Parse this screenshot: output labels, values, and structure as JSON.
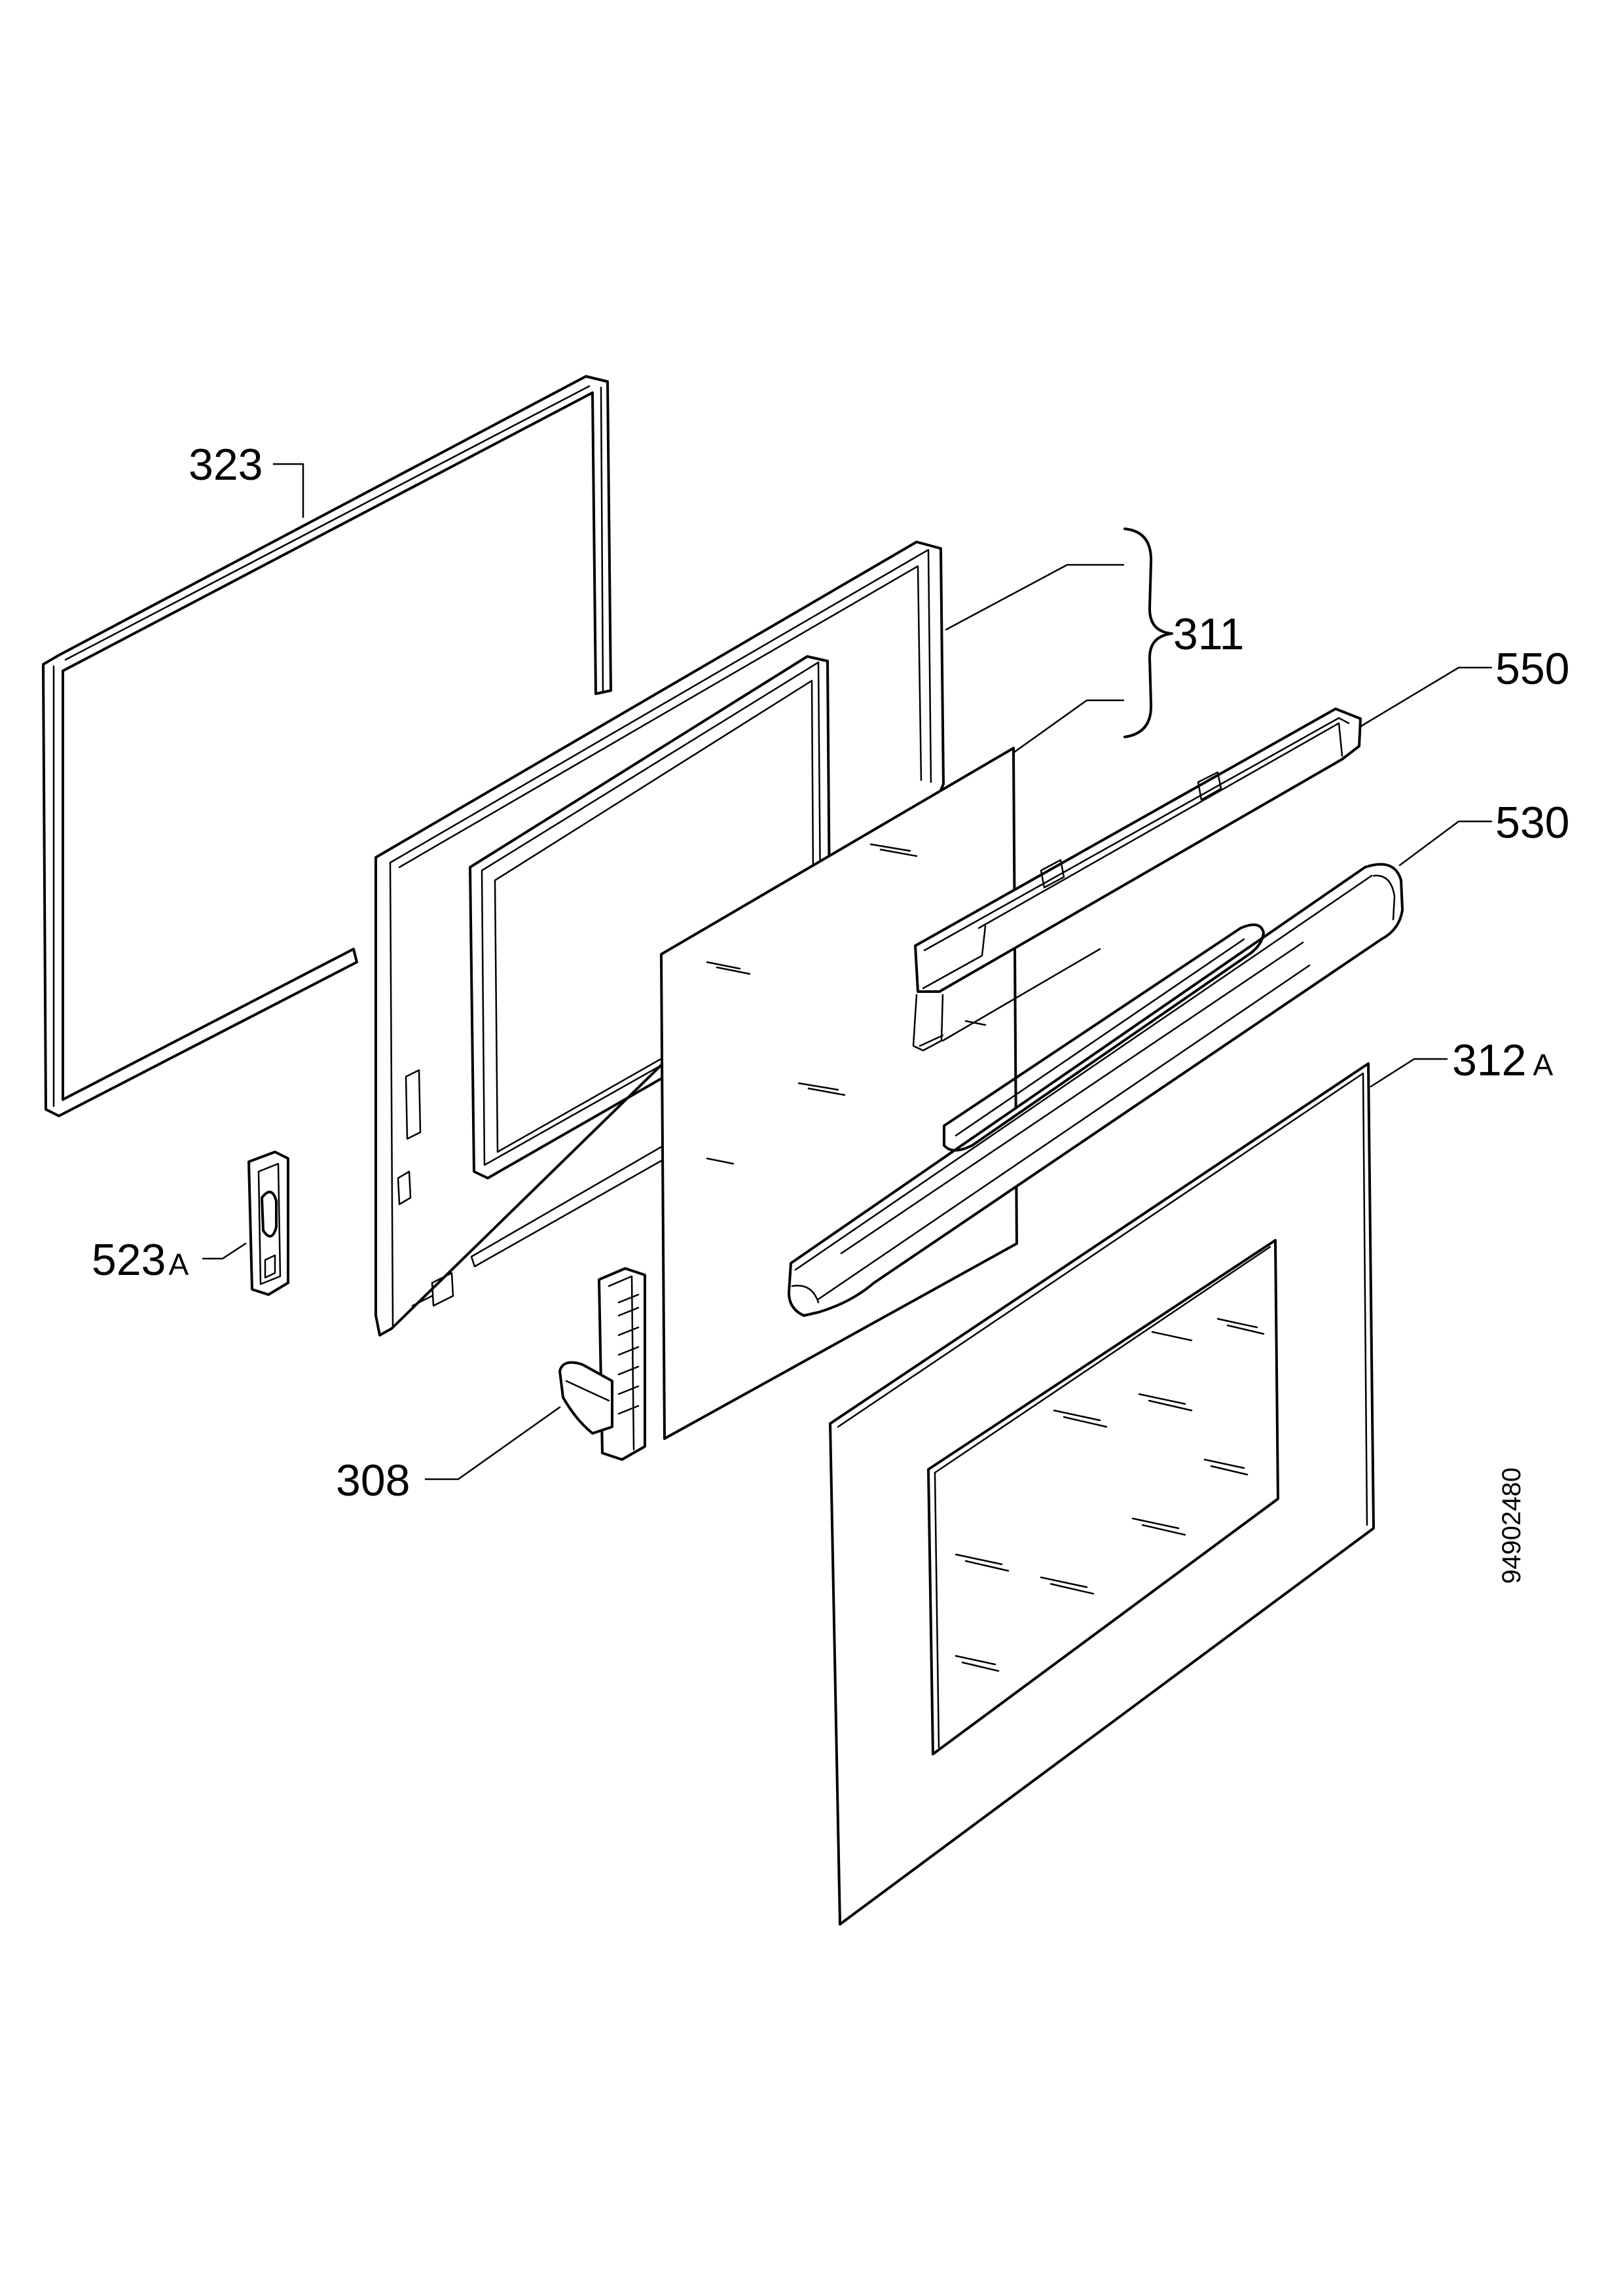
{
  "labels": {
    "p323": "323",
    "p311": "311",
    "p550": "550",
    "p530": "530",
    "p312_num": "312",
    "p312_suffix": "A",
    "p523_num": "523",
    "p523_suffix": "A",
    "p308": "308"
  },
  "document_number": "94902480"
}
